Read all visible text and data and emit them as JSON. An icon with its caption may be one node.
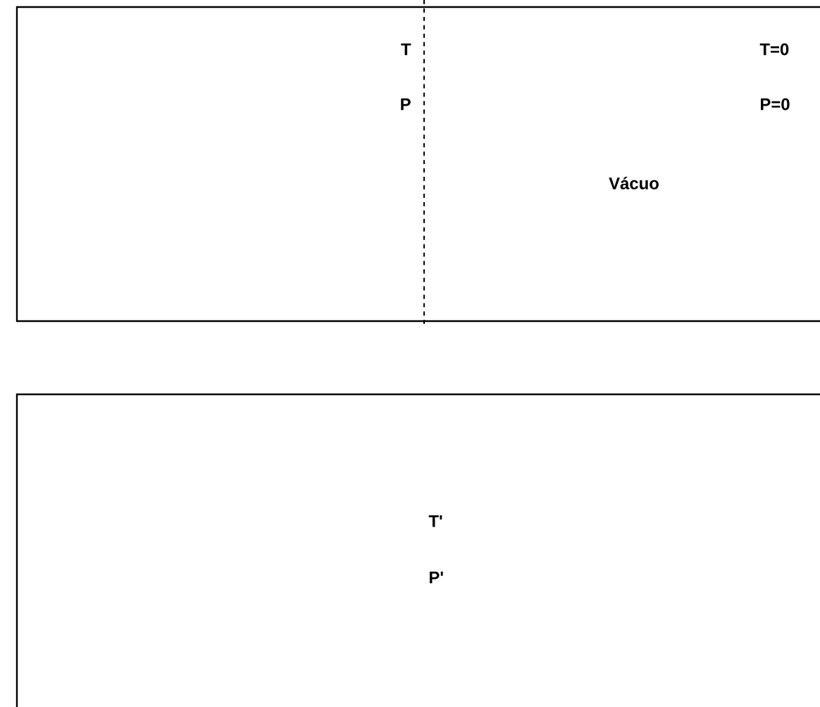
{
  "diagram": {
    "nodes": [
      {
        "text": [],
        "shape": "box"
      },
      {
        "text": [
          "T",
          "P"
        ],
        "in": 0
      },
      {
        "text": [
          "T=0",
          "P=0",
          "Vácuo"
        ],
        "in": 0
      },
      {
        "text": [
          "T'",
          "P'"
        ]
      }
    ]
  }
}
